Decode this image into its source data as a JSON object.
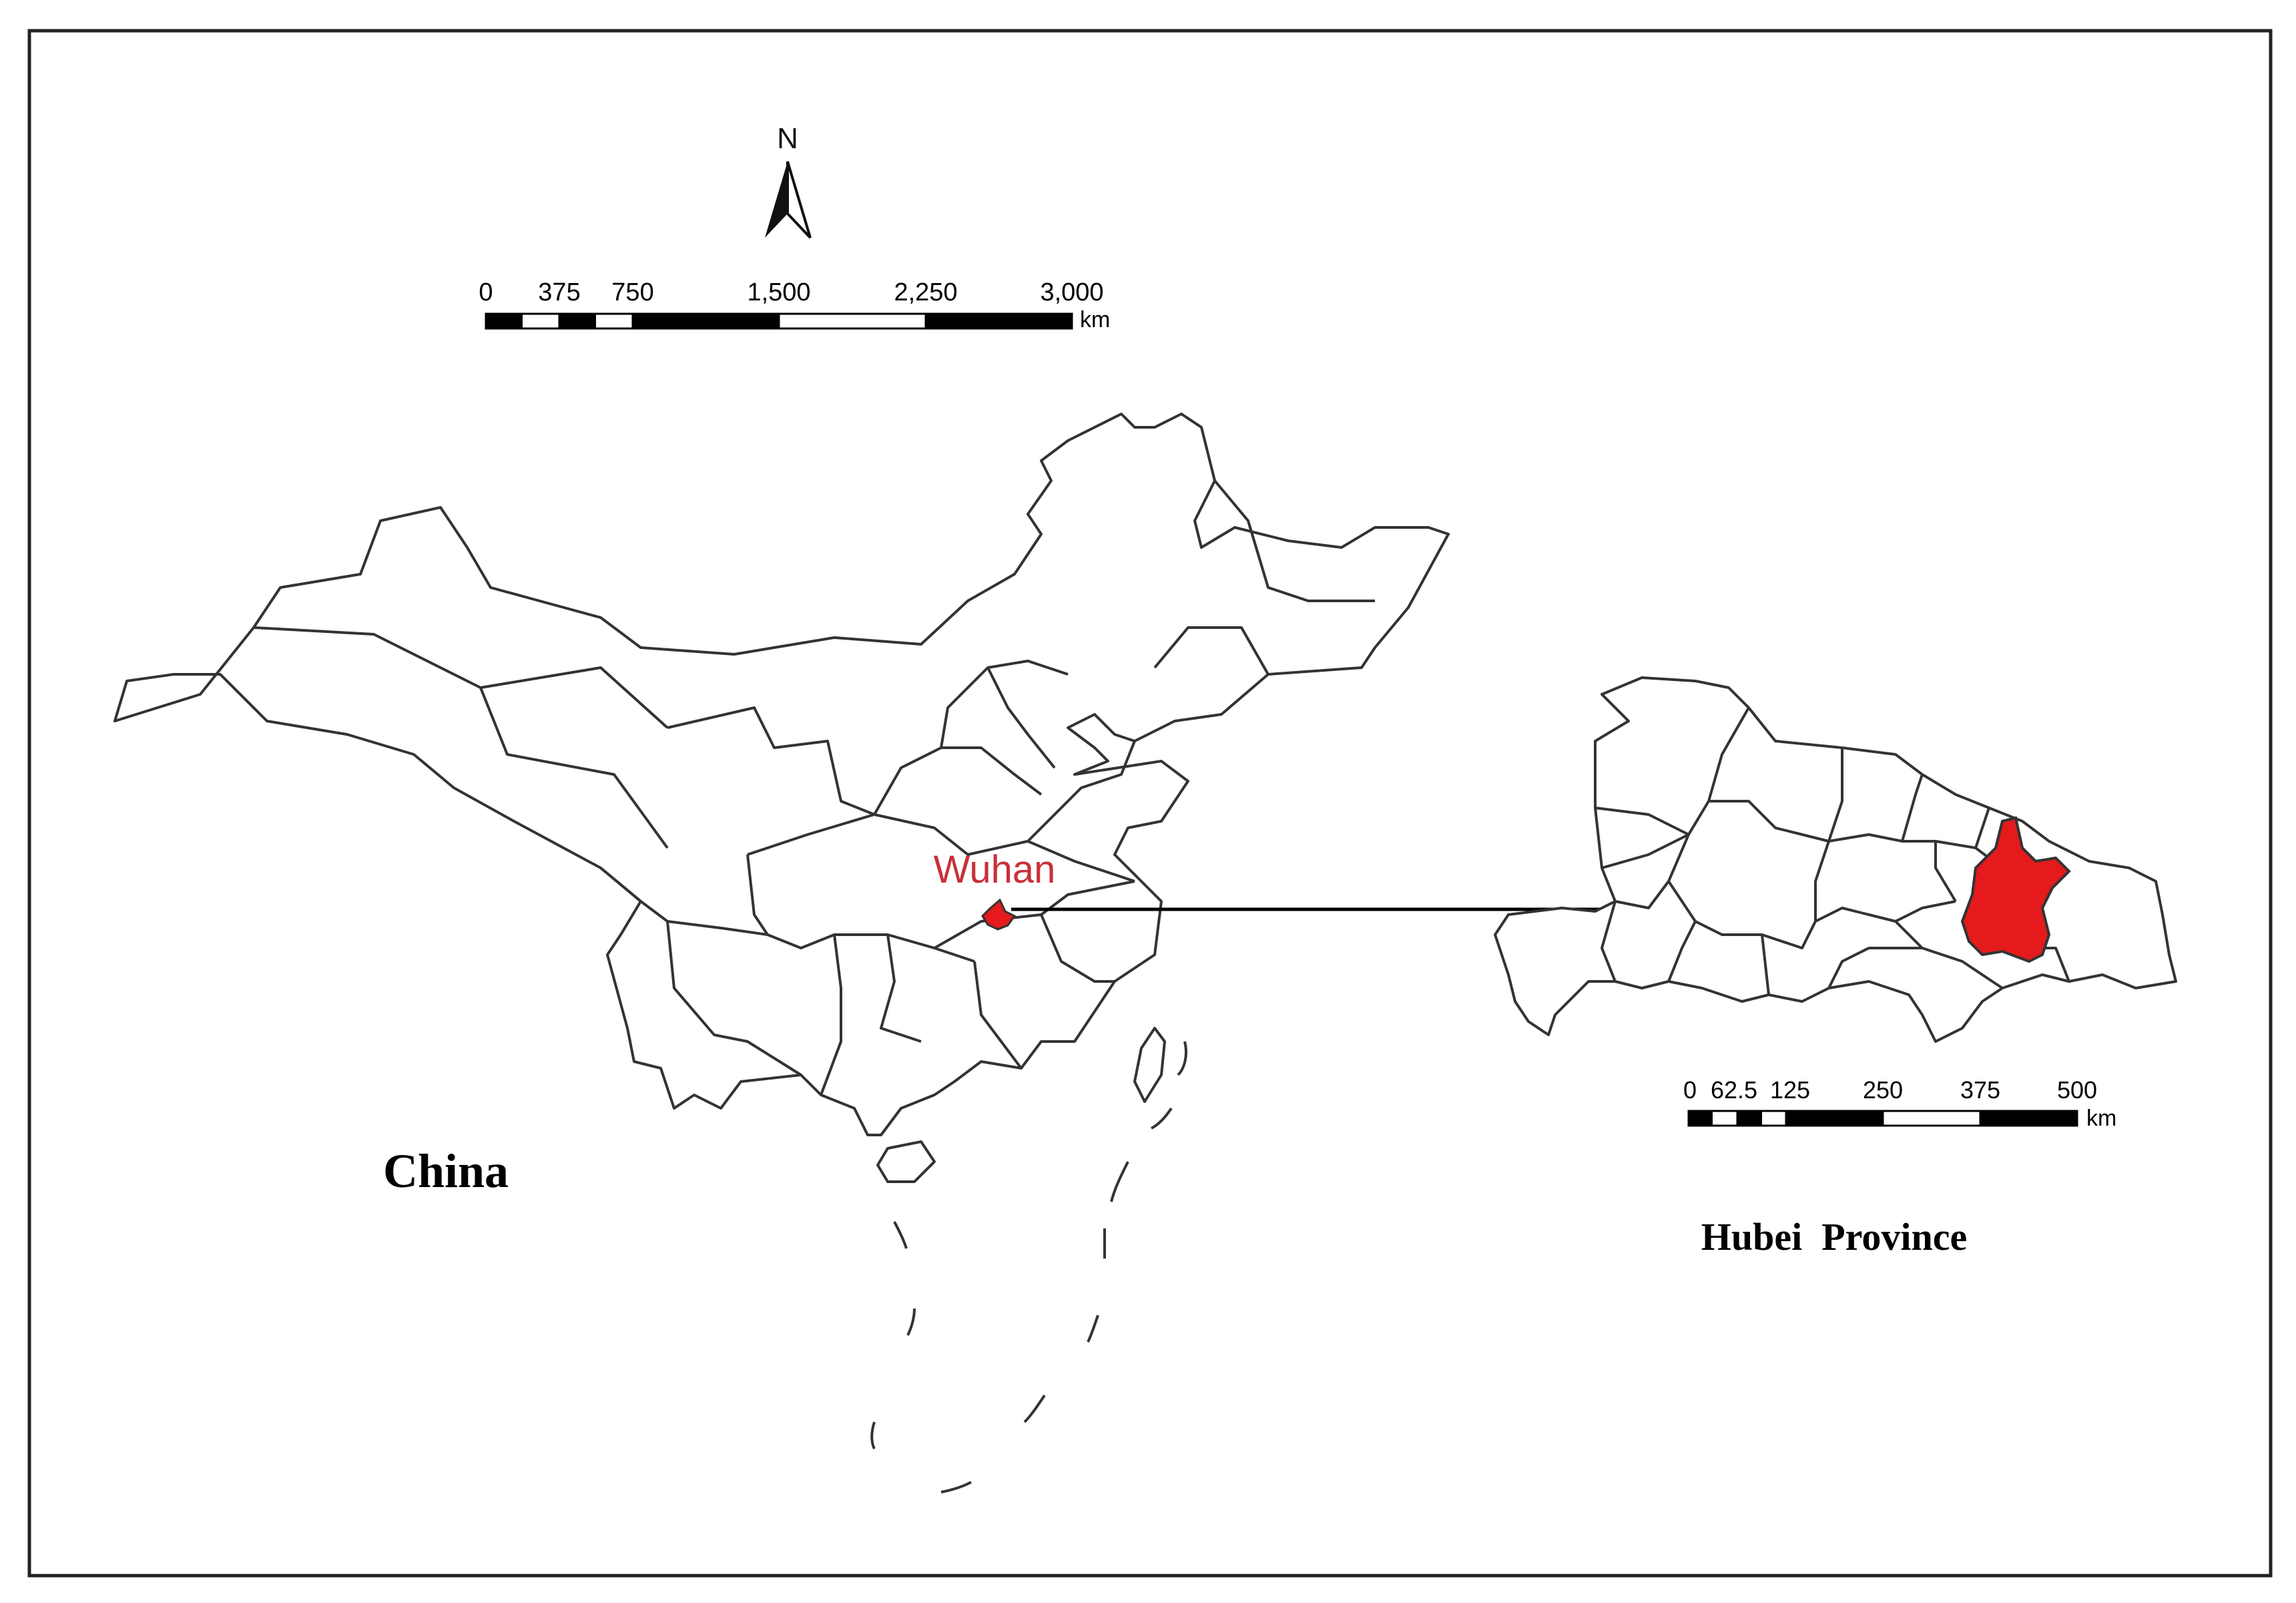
{
  "north_arrow": {
    "label": "N"
  },
  "china_scale": {
    "ticks": [
      "0",
      "375",
      "750",
      "1,500",
      "2,250",
      "3,000"
    ],
    "unit": "km"
  },
  "hubei_scale": {
    "ticks": [
      "0",
      "62.5",
      "125",
      "250",
      "375",
      "500"
    ],
    "unit": "km"
  },
  "labels": {
    "china": "China",
    "city": "Wuhan",
    "hubei": "Hubei  Province"
  },
  "colors": {
    "highlight": "#e41a1c",
    "city_text": "#c8303a",
    "outline": "#333333"
  }
}
